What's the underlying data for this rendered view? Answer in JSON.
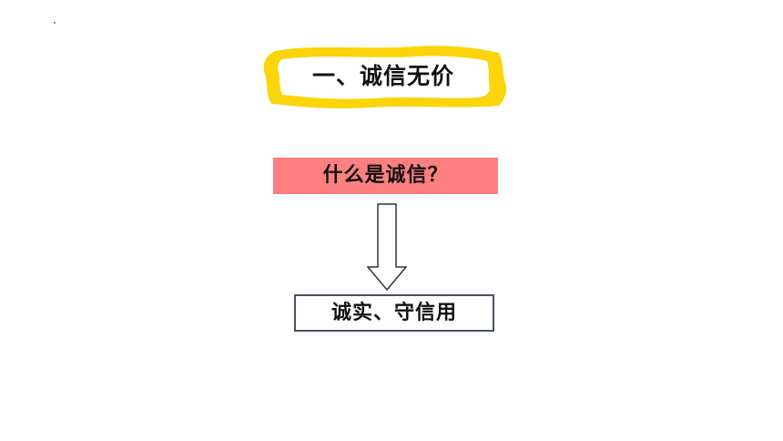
{
  "slide": {
    "title": "一、诚信无价",
    "question": "什么是诚信？",
    "answer": "诚实、守信用"
  },
  "colors": {
    "banner_fill": "#ffffff",
    "banner_border": "#fbd40a",
    "question_fill": "#fd7f80",
    "answer_border": "#4a5361",
    "text": "#111111"
  },
  "icons": {
    "arrow": "arrow-down-icon"
  }
}
